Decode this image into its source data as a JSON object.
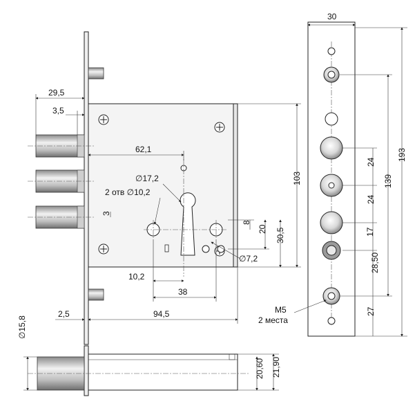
{
  "dimensions": {
    "d30": "30",
    "d29_5": "29,5",
    "d3_5": "3,5",
    "d62_1": "62,1",
    "d17_2": "∅17,2",
    "d2otv": "2 отв ∅10,2",
    "d3": "3",
    "d103": "103",
    "d193": "193",
    "d139": "139",
    "d24a": "24",
    "d24b": "24",
    "d17": "17",
    "d28_50": "28,50",
    "d27": "27",
    "d8": "8",
    "d20": "20",
    "d30_5": "30,5",
    "d7_2": "∅7,2",
    "d10_2": "10,2",
    "d38": "38",
    "d2_5": "2,5",
    "d94_5": "94,5",
    "d15_8": "∅15,8",
    "d20_60": "20,60",
    "d21_90": "21,90",
    "m5": "М5",
    "m5_places": "2 места"
  },
  "colors": {
    "line": "#222222",
    "fill_light": "#f4f4f4",
    "chrome": "#d9d9d9"
  }
}
